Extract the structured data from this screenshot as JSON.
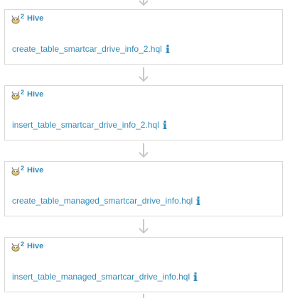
{
  "colors": {
    "accent": "#338bb8",
    "border": "#d9d9d9",
    "arrow": "#c8c8c8"
  },
  "nodes": [
    {
      "type": "Hive",
      "badge": "2",
      "script": "create_table_smartcar_drive_info_2.hql",
      "icon": "hive-bee-icon"
    },
    {
      "type": "Hive",
      "badge": "2",
      "script": "insert_table_smartcar_drive_info_2.hql",
      "icon": "hive-bee-icon"
    },
    {
      "type": "Hive",
      "badge": "2",
      "script": "create_table_managed_smartcar_drive_info.hql",
      "icon": "hive-bee-icon"
    },
    {
      "type": "Hive",
      "badge": "2",
      "script": "insert_table_managed_smartcar_drive_info.hql",
      "icon": "hive-bee-icon"
    }
  ],
  "connector_icon": "chevron-down-arrow-icon",
  "info_icon": "info-icon"
}
